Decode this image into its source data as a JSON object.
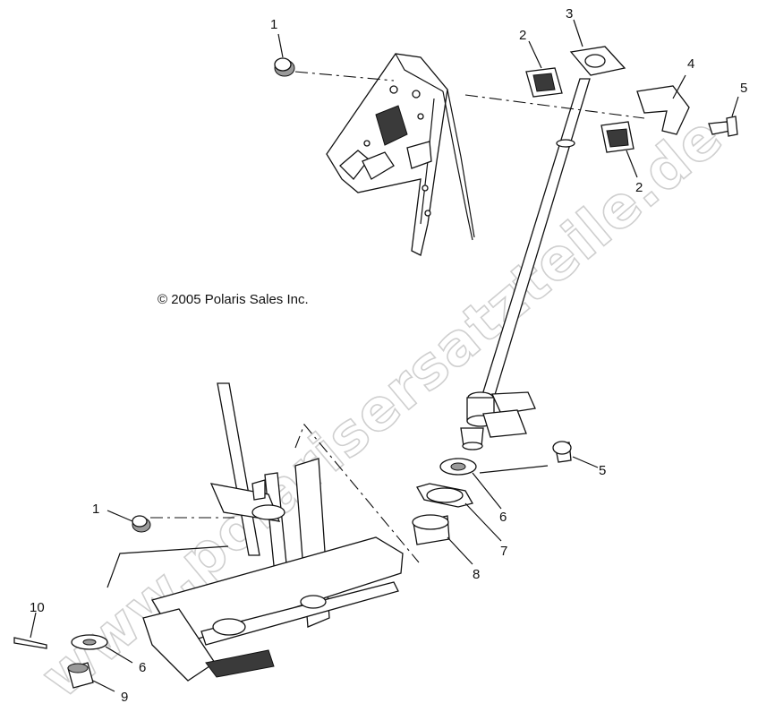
{
  "copyright": "© 2005 Polaris Sales Inc.",
  "watermark": "www.polarisersatzteile.de",
  "callouts": {
    "c1_top": "1",
    "c2_top": "2",
    "c3": "3",
    "c4": "4",
    "c5_top": "5",
    "c2_mid": "2",
    "c5_mid": "5",
    "c6_mid": "6",
    "c7": "7",
    "c8": "8",
    "c1_low": "1",
    "c10": "10",
    "c6_low": "6",
    "c9": "9"
  }
}
